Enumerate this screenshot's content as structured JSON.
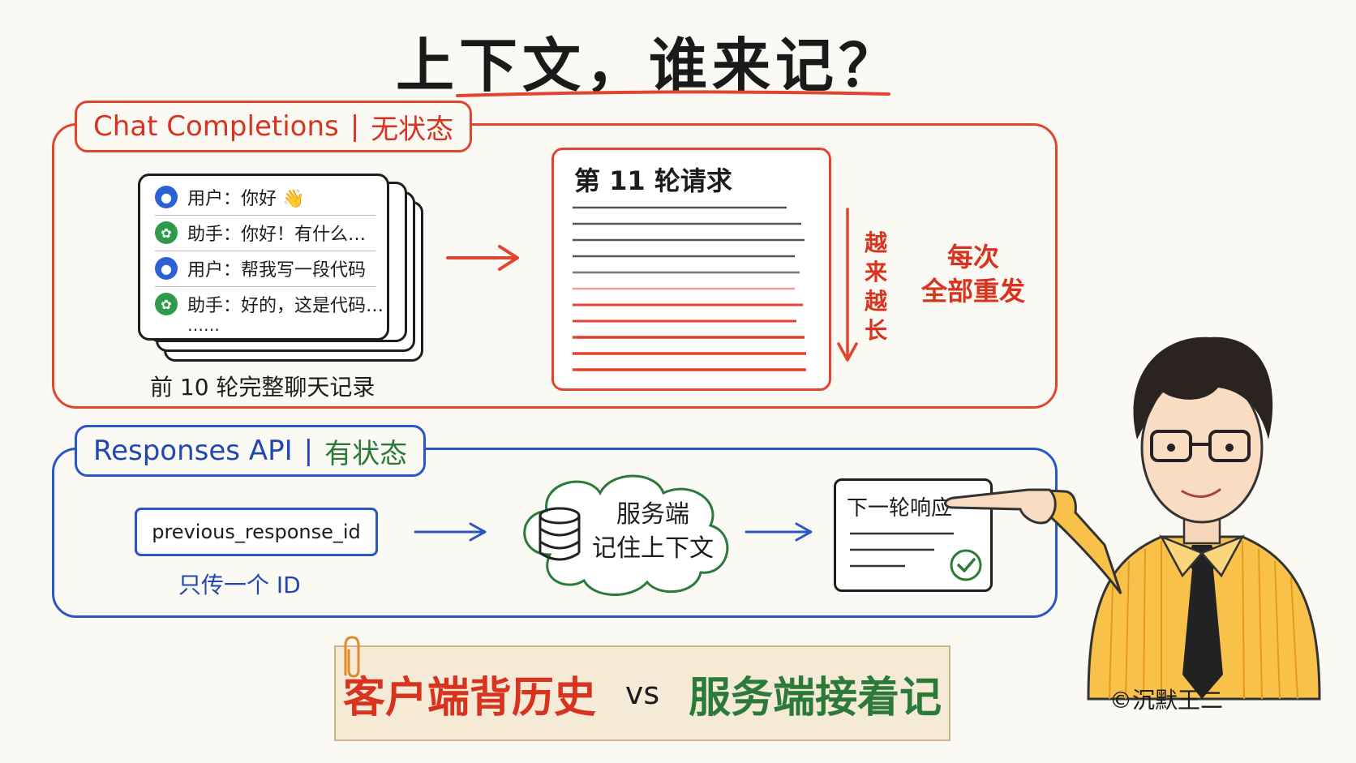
{
  "title": "上下文，谁来记？",
  "chat_completions": {
    "label_name": "Chat Completions",
    "label_sep": "|",
    "label_state": "无状态",
    "history": [
      {
        "role": "user",
        "text": "用户：你好 👋"
      },
      {
        "role": "assistant",
        "text": "助手：你好！有什么…"
      },
      {
        "role": "user",
        "text": "用户：帮我写一段代码"
      },
      {
        "role": "assistant",
        "text": "助手：好的，这是代码…"
      }
    ],
    "ellipsis": "……",
    "history_caption": "前 10 轮完整聊天记录",
    "request_title": "第 11 轮请求",
    "growing_label": "越来越长",
    "resend_line1": "每次",
    "resend_line2": "全部重发"
  },
  "responses_api": {
    "label_name": "Responses API",
    "label_sep": "|",
    "label_state": "有状态",
    "id_field": "previous_response_id",
    "id_caption": "只传一个 ID",
    "server_line1": "服务端",
    "server_line2": "记住上下文",
    "next_response": "下一轮响应"
  },
  "note": {
    "client": "客户端背历史",
    "vs": "vs",
    "server": "服务端接着记"
  },
  "copyright": "©沉默王二",
  "colors": {
    "red": "#e2452d",
    "blue": "#2a55c5",
    "green": "#2b7a3a"
  }
}
